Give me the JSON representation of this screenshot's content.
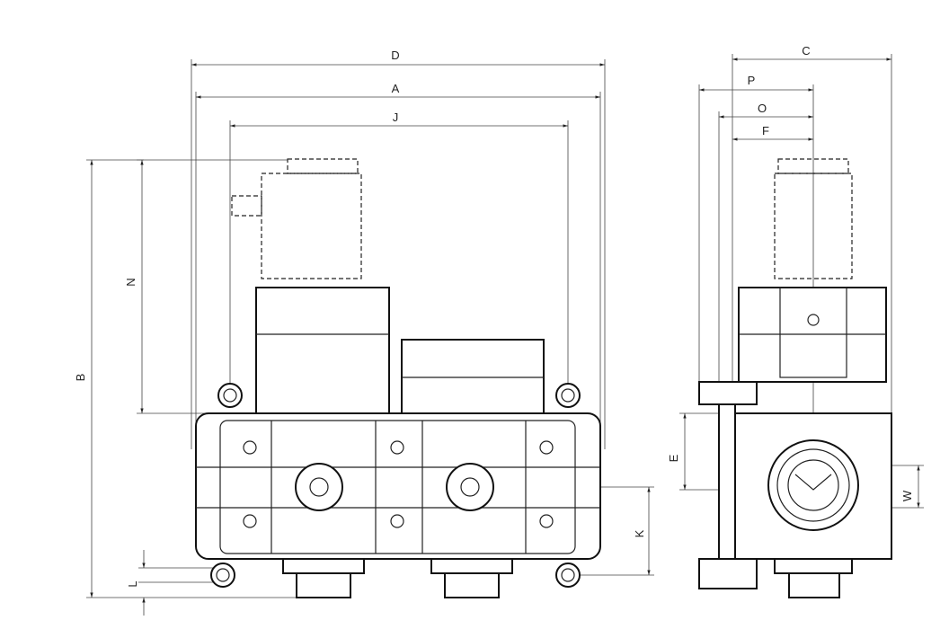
{
  "dimensions": {
    "D": "D",
    "A": "A",
    "J": "J",
    "C": "C",
    "P": "P",
    "O": "O",
    "F": "F",
    "N": "N",
    "B": "B",
    "E": "E",
    "W": "W",
    "K": "K",
    "L": "L"
  }
}
